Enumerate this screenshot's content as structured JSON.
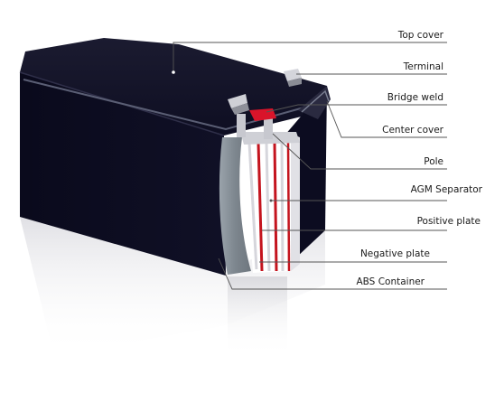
{
  "diagram": {
    "labels": [
      {
        "id": "top-cover",
        "text": "Top cover"
      },
      {
        "id": "terminal",
        "text": "Terminal"
      },
      {
        "id": "bridge-weld",
        "text": "Bridge weld"
      },
      {
        "id": "center-cover",
        "text": "Center cover"
      },
      {
        "id": "pole",
        "text": "Pole"
      },
      {
        "id": "agm-separator",
        "text": "AGM Separator"
      },
      {
        "id": "positive-plate",
        "text": "Positive plate"
      },
      {
        "id": "negative-plate",
        "text": "Negative plate"
      },
      {
        "id": "abs-container",
        "text": "ABS Container"
      }
    ],
    "colors": {
      "case": "#0b0b1e",
      "case_top": "#15152a",
      "positive_plate": "#c4141e",
      "bridge_weld": "#d9142a",
      "separator": "#ffffff",
      "leader": "#555555"
    }
  }
}
